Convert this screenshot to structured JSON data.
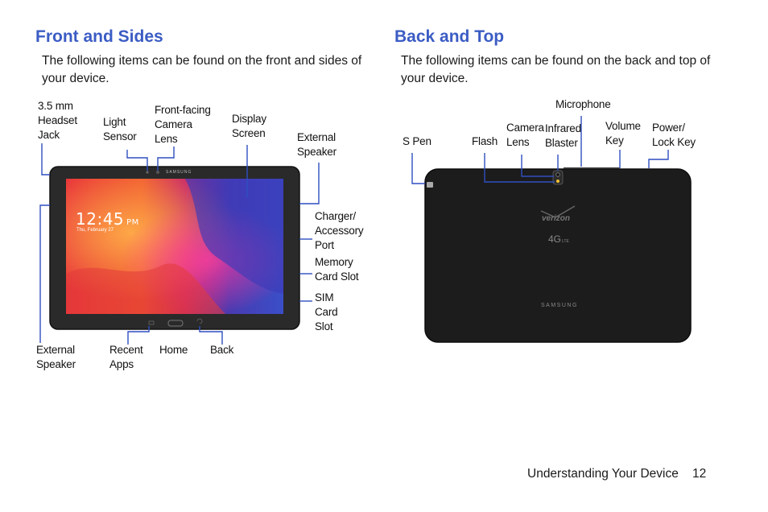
{
  "front": {
    "heading": "Front and Sides",
    "intro_line1": "The following items can be found on the front and sides of",
    "intro_line2": "your device.",
    "labels": {
      "headset_jack": [
        "3.5 mm",
        "Headset",
        "Jack"
      ],
      "light_sensor": [
        "Light",
        "Sensor"
      ],
      "front_camera": [
        "Front-facing",
        "Camera",
        "Lens"
      ],
      "display_screen": [
        "Display",
        "Screen"
      ],
      "external_speaker_right": [
        "External",
        "Speaker"
      ],
      "charger_port": [
        "Charger/",
        "Accessory",
        "Port"
      ],
      "memory_card": [
        "Memory",
        "Card Slot"
      ],
      "sim_card": [
        "SIM",
        "Card",
        "Slot"
      ],
      "external_speaker_left": [
        "External",
        "Speaker"
      ],
      "recent_apps": [
        "Recent",
        "Apps"
      ],
      "home": [
        "Home"
      ],
      "back": [
        "Back"
      ]
    },
    "screen": {
      "clock": "12:45",
      "ampm": "PM",
      "date": "Thu, February 27",
      "brand": "SAMSUNG"
    }
  },
  "back": {
    "heading": "Back and Top",
    "intro_line1": "The following items can be found on the back and top of",
    "intro_line2": "your device.",
    "labels": {
      "microphone": [
        "Microphone"
      ],
      "s_pen": [
        "S Pen"
      ],
      "flash": [
        "Flash"
      ],
      "camera_lens": [
        "Camera",
        "Lens"
      ],
      "infrared_blaster": [
        "Infrared",
        "Blaster"
      ],
      "volume_key": [
        "Volume",
        "Key"
      ],
      "power_lock_key": [
        "Power/",
        "Lock Key"
      ]
    },
    "device": {
      "carrier_logo": "verizon",
      "network_badge": "4G",
      "network_sub": "LTE",
      "brand": "SAMSUNG"
    }
  },
  "footer": {
    "section": "Understanding Your Device",
    "page": "12"
  },
  "colors": {
    "heading": "#3b5cc4",
    "callout_line": "#2f4fc0",
    "device_body": "#1c1c1c"
  }
}
